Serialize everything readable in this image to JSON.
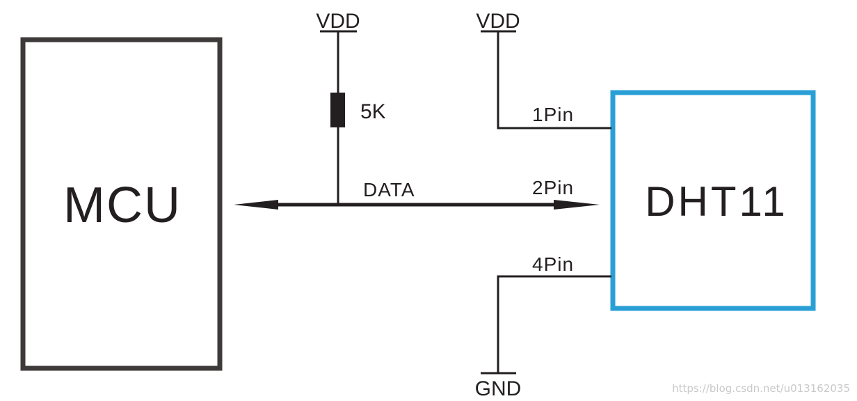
{
  "components": {
    "mcu": {
      "label": "MCU"
    },
    "sensor": {
      "label": "DHT11"
    },
    "resistor": {
      "label": "5K"
    }
  },
  "supply": {
    "pullup_vdd": "VDD",
    "sensor_vdd": "VDD",
    "ground": "GND"
  },
  "nets": {
    "data": "DATA"
  },
  "pins": {
    "pin1": "1Pin",
    "pin2": "2Pin",
    "pin4": "4Pin"
  },
  "watermark": "https://blog.csdn.net/u013162035",
  "colors": {
    "line": "#231f20",
    "mcu_border": "#3e3a39",
    "sensor_border": "#2a9fd6",
    "watermark": "#c9c9c9"
  }
}
